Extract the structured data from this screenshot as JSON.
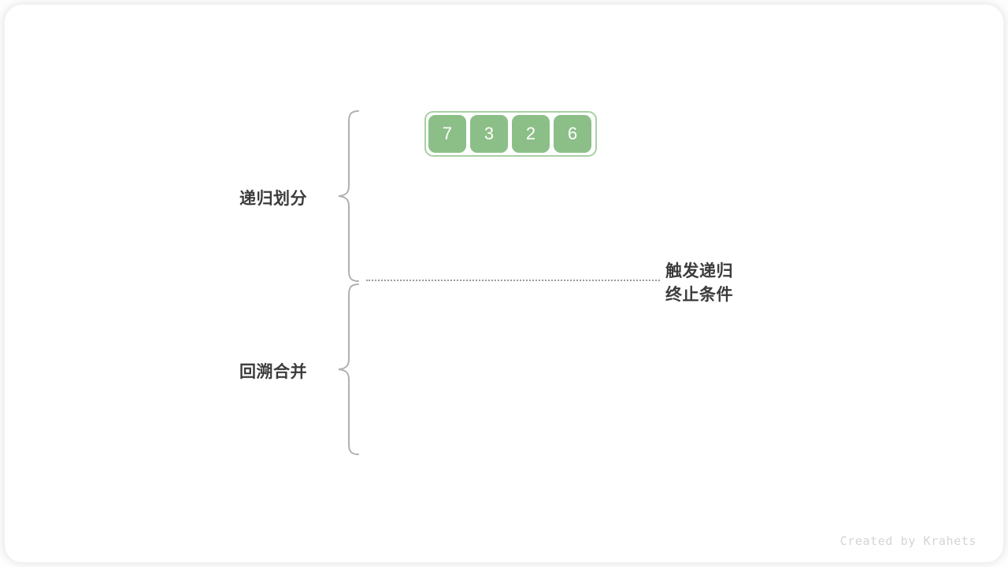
{
  "page": {
    "background_color": "#fdfdfd",
    "card_color": "#ffffff"
  },
  "array": {
    "values": [
      "7",
      "3",
      "2",
      "6"
    ],
    "cell_color": "#8cbf88",
    "border_color": "#a9cfa5",
    "text_color": "#ffffff"
  },
  "sections": [
    {
      "label": "递归划分"
    },
    {
      "label": "回溯合并"
    }
  ],
  "annotation": {
    "line1": "触发递归",
    "line2": "终止条件"
  },
  "separator": {
    "style": "dotted",
    "color": "#9a9a9a"
  },
  "watermark": {
    "text": "Created by Krahets",
    "color": "#d4d4d4"
  }
}
